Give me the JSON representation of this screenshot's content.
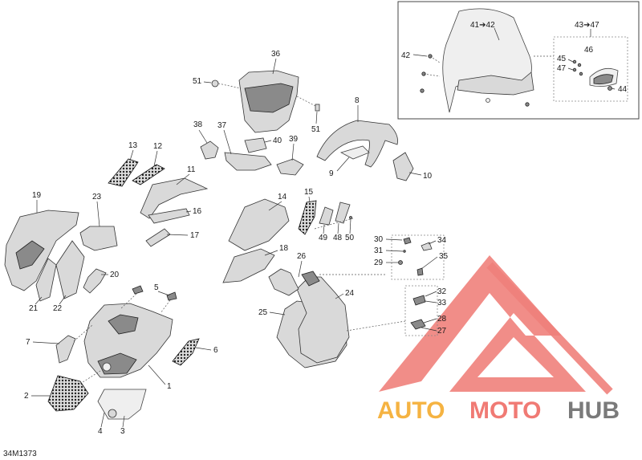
{
  "diagram_code": "34M1373",
  "watermark": {
    "word1": "AUTO",
    "word2": "MOTO",
    "word3": "HUB",
    "color1": "#f5b342",
    "color2": "#f07a74",
    "color3": "#7a7a7a",
    "logo_color": "#f07a74"
  },
  "inset": {
    "label_windshield": "41➔42",
    "label_kit": "43➔47",
    "l42": "42",
    "l44": "44",
    "l45": "45",
    "l46": "46",
    "l47": "47"
  },
  "labels": {
    "l1": "1",
    "l2": "2",
    "l3": "3",
    "l4": "4",
    "l5": "5",
    "l6": "6",
    "l7": "7",
    "l8": "8",
    "l9": "9",
    "l10": "10",
    "l11": "11",
    "l12": "12",
    "l13": "13",
    "l14": "14",
    "l15": "15",
    "l16": "16",
    "l17": "17",
    "l18": "18",
    "l19": "19",
    "l20": "20",
    "l21": "21",
    "l22": "22",
    "l23": "23",
    "l24": "24",
    "l25": "25",
    "l26": "26",
    "l27": "27",
    "l28": "28",
    "l29": "29",
    "l30": "30",
    "l31": "31",
    "l32": "32",
    "l33": "33",
    "l34": "34",
    "l35": "35",
    "l36": "36",
    "l37": "37",
    "l38": "38",
    "l39": "39",
    "l40": "40",
    "l48": "48",
    "l49": "49",
    "l50": "50",
    "l51a": "51",
    "l51b": "51"
  }
}
